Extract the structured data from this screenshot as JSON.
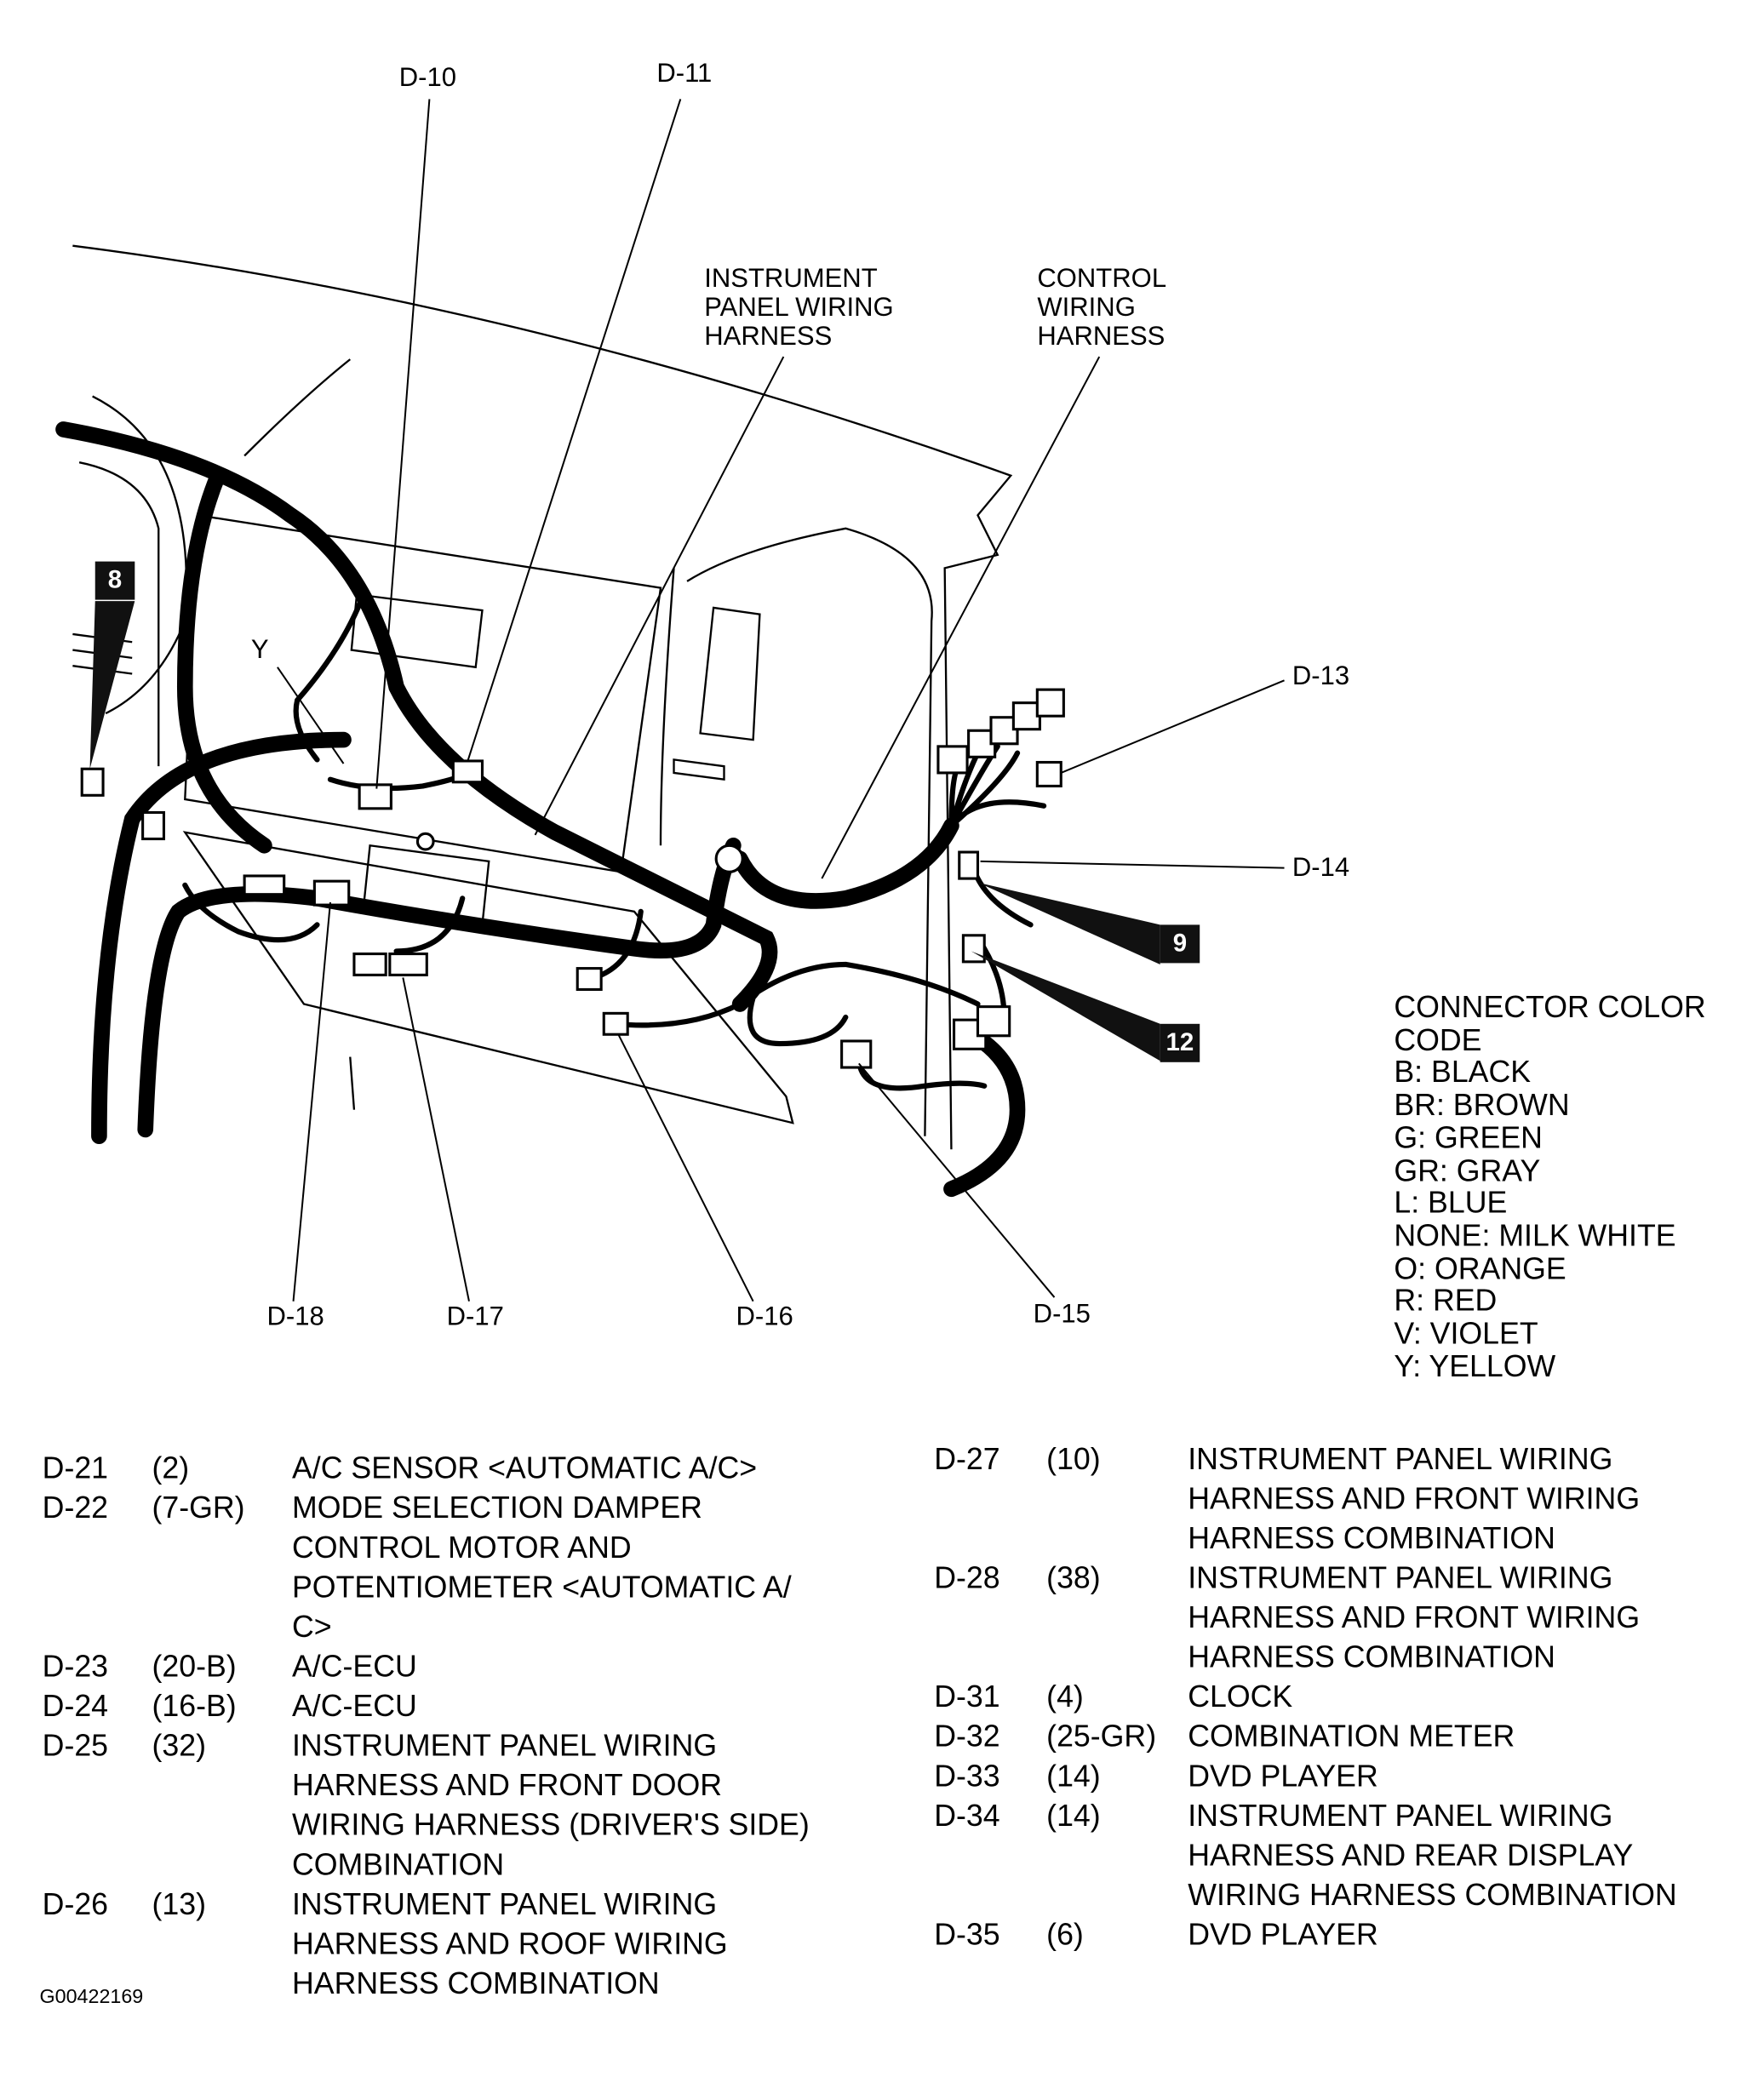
{
  "callouts": {
    "d10": "D-10",
    "d11": "D-11",
    "d13": "D-13",
    "d14": "D-14",
    "d15": "D-15",
    "d16": "D-16",
    "d17": "D-17",
    "d18": "D-18",
    "y": "Y",
    "box8": "8",
    "box9": "9",
    "box12": "12"
  },
  "harness_labels": {
    "instrument_panel": [
      "INSTRUMENT",
      "PANEL WIRING",
      "HARNESS"
    ],
    "control": [
      "CONTROL",
      "WIRING",
      "HARNESS"
    ]
  },
  "color_code": {
    "title": [
      "CONNECTOR COLOR",
      "CODE"
    ],
    "items": [
      "B: BLACK",
      "BR: BROWN",
      "G: GREEN",
      "GR: GRAY",
      "L: BLUE",
      "NONE: MILK WHITE",
      "O: ORANGE",
      "R: RED",
      "V: VIOLET",
      "Y: YELLOW"
    ]
  },
  "connectors_left": [
    {
      "id": "D-21",
      "spec": "(2)",
      "desc": [
        "A/C SENSOR <AUTOMATIC A/C>"
      ]
    },
    {
      "id": "D-22",
      "spec": "(7-GR)",
      "desc": [
        "MODE SELECTION DAMPER",
        "CONTROL MOTOR AND",
        "POTENTIOMETER <AUTOMATIC A/",
        "C>"
      ]
    },
    {
      "id": "D-23",
      "spec": "(20-B)",
      "desc": [
        "A/C-ECU"
      ]
    },
    {
      "id": "D-24",
      "spec": "(16-B)",
      "desc": [
        "A/C-ECU"
      ]
    },
    {
      "id": "D-25",
      "spec": "(32)",
      "desc": [
        "INSTRUMENT PANEL WIRING",
        "HARNESS AND FRONT DOOR",
        "WIRING HARNESS (DRIVER'S SIDE)",
        "COMBINATION"
      ]
    },
    {
      "id": "D-26",
      "spec": "(13)",
      "desc": [
        "INSTRUMENT PANEL WIRING",
        "HARNESS AND ROOF WIRING",
        "HARNESS COMBINATION"
      ]
    }
  ],
  "connectors_right": [
    {
      "id": "D-27",
      "spec": "(10)",
      "desc": [
        "INSTRUMENT PANEL WIRING",
        "HARNESS AND FRONT WIRING",
        "HARNESS COMBINATION"
      ]
    },
    {
      "id": "D-28",
      "spec": "(38)",
      "desc": [
        "INSTRUMENT PANEL WIRING",
        "HARNESS AND FRONT WIRING",
        "HARNESS COMBINATION"
      ]
    },
    {
      "id": "D-31",
      "spec": "(4)",
      "desc": [
        "CLOCK"
      ]
    },
    {
      "id": "D-32",
      "spec": "(25-GR)",
      "desc": [
        "COMBINATION METER"
      ]
    },
    {
      "id": "D-33",
      "spec": "(14)",
      "desc": [
        "DVD PLAYER"
      ]
    },
    {
      "id": "D-34",
      "spec": "(14)",
      "desc": [
        "INSTRUMENT PANEL WIRING",
        "HARNESS AND REAR DISPLAY",
        "WIRING HARNESS COMBINATION"
      ]
    },
    {
      "id": "D-35",
      "spec": "(6)",
      "desc": [
        "DVD PLAYER"
      ]
    }
  ],
  "figure_id": "G00422169"
}
